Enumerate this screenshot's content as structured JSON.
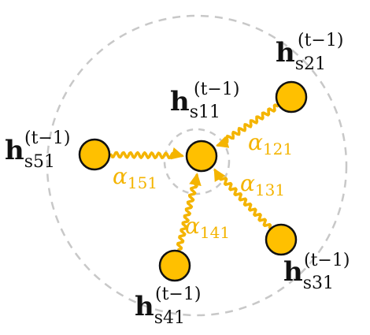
{
  "colors": {
    "accent": "#f4b400",
    "node_fill": "#ffc000",
    "node_stroke": "#111111",
    "dashed_circle": "#c8c8c8",
    "label": "#111111"
  },
  "diagram": {
    "center_node": {
      "id": "s11",
      "label_main": "h",
      "label_sub": "s11",
      "label_sup": "(t−1)"
    },
    "neighbors": [
      {
        "id": "s21",
        "label_main": "h",
        "label_sub": "s21",
        "label_sup": "(t−1)",
        "alpha_greek": "α",
        "alpha_sub": "121"
      },
      {
        "id": "s31",
        "label_main": "h",
        "label_sub": "s31",
        "label_sup": "(t−1)",
        "alpha_greek": "α",
        "alpha_sub": "131"
      },
      {
        "id": "s41",
        "label_main": "h",
        "label_sub": "s41",
        "label_sup": "(t−1)",
        "alpha_greek": "α",
        "alpha_sub": "141"
      },
      {
        "id": "s51",
        "label_main": "h",
        "label_sub": "s51",
        "label_sup": "(t−1)",
        "alpha_greek": "α",
        "alpha_sub": "151"
      }
    ]
  }
}
